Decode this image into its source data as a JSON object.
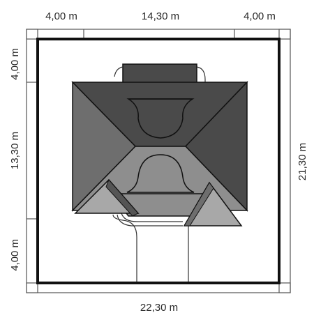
{
  "dimensions": {
    "top_left": "4,00 m",
    "top_center": "14,30 m",
    "top_right": "4,00 m",
    "left_top": "4,00 m",
    "left_middle": "13,30 m",
    "left_bottom": "4,00 m",
    "right": "21,30 m",
    "bottom": "22,30 m"
  },
  "colors": {
    "roof_dark": "#4a4a4a",
    "roof_mid": "#6e6e6e",
    "roof_light": "#8e8e8e",
    "roof_lightest": "#a8a8a8",
    "plot_border": "#111111",
    "dimension_lines": "#555555"
  },
  "icons": {
    "corner_mark": "square-corner-tick"
  }
}
